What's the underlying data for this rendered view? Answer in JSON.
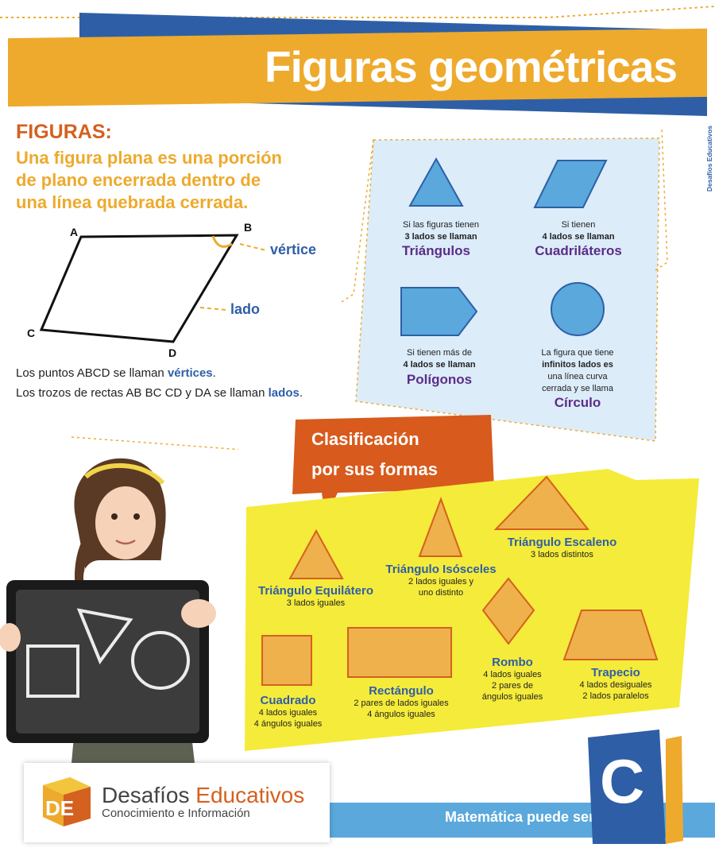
{
  "title": "Figuras geométricas",
  "side_brand": "Desafíos Educativos",
  "figuras": {
    "heading": "FIGURAS:",
    "definition": [
      "Una figura plana es una porción",
      "de plano encerrada dentro de",
      "una línea quebrada cerrada."
    ],
    "vertex_labels": [
      "A",
      "B",
      "C",
      "D"
    ],
    "vertex_label": "vértice",
    "side_label": "lado",
    "caption1_pre": "Los puntos ABCD se llaman ",
    "caption1_hl": "vértices",
    "caption1_post": ".",
    "caption2_pre": "Los trozos de rectas AB BC CD y DA se llaman ",
    "caption2_hl": "lados",
    "caption2_post": "."
  },
  "panel": {
    "items": [
      {
        "lines": [
          "Si las figuras tienen",
          "3 lados se llaman"
        ],
        "name": "Triángulos"
      },
      {
        "lines": [
          "Si tienen",
          "4 lados se llaman"
        ],
        "name": "Cuadriláteros"
      },
      {
        "lines": [
          "Si tienen más de",
          "4 lados se llaman"
        ],
        "name": "Polígonos"
      },
      {
        "lines": [
          "La figura que tiene",
          "infinitos lados es",
          "una línea curva",
          "cerrada y se llama"
        ],
        "name": "Círculo"
      }
    ]
  },
  "classification": {
    "bubble": [
      "Clasificación",
      "por sus formas"
    ],
    "shapes": [
      {
        "title": "Triángulo Equilátero",
        "desc": [
          "3 lados iguales"
        ]
      },
      {
        "title": "Triángulo Isósceles",
        "desc": [
          "2 lados iguales y",
          "uno distinto"
        ]
      },
      {
        "title": "Triángulo Escaleno",
        "desc": [
          "3 lados distintos"
        ]
      },
      {
        "title": "Cuadrado",
        "desc": [
          "4 lados iguales",
          "4 ángulos iguales"
        ]
      },
      {
        "title": "Rectángulo",
        "desc": [
          "2 pares de lados iguales",
          "4 ángulos iguales"
        ]
      },
      {
        "title": "Rombo",
        "desc": [
          "4 lados iguales",
          "2 pares de",
          "ángulos iguales"
        ]
      },
      {
        "title": "Trapecio",
        "desc": [
          "4 lados desiguales",
          "2 lados paralelos"
        ]
      }
    ]
  },
  "footer": {
    "logo_letters": "DE",
    "brand_first": "Desafíos",
    "brand_second": "Educativos",
    "brand_sub": "Conocimiento e Información",
    "tagline": "Matemática  puede ser divertida",
    "corner_letter": "C"
  },
  "colors": {
    "orange": "#eeaa2d",
    "dark_orange": "#d4611f",
    "blue": "#2e5fa6",
    "purple": "#5b2d86",
    "panel_blue": "#dcecf9",
    "yellow": "#f5eb3a",
    "shape_blue": "#5aa8dc",
    "shape_orange": "#eeb14c"
  }
}
